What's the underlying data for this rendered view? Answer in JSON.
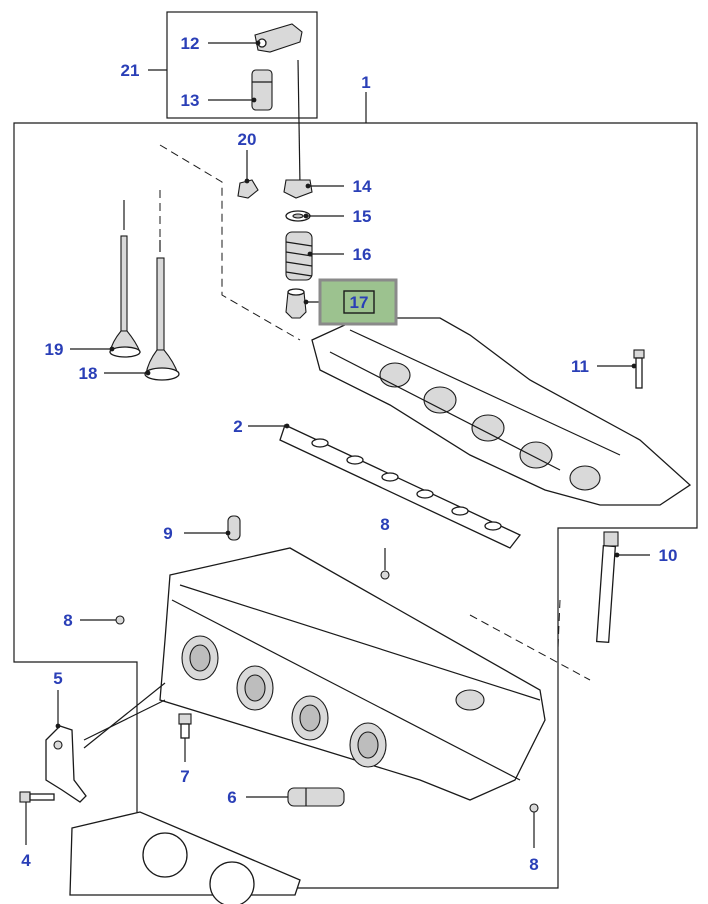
{
  "colors": {
    "label": "#2a3fb7",
    "highlight_fill": "#9cc28f",
    "highlight_border": "#8a8a8a",
    "line": "#1a1a1a"
  },
  "highlighted_part": "17",
  "labels": {
    "p1": "1",
    "p2": "2",
    "p4": "4",
    "p5": "5",
    "p6": "6",
    "p7": "7",
    "p8a": "8",
    "p8b": "8",
    "p8c": "8",
    "p9": "9",
    "p10": "10",
    "p11": "11",
    "p12": "12",
    "p13": "13",
    "p14": "14",
    "p15": "15",
    "p16": "16",
    "p17": "17",
    "p18": "18",
    "p19": "19",
    "p20": "20",
    "p21": "21"
  }
}
